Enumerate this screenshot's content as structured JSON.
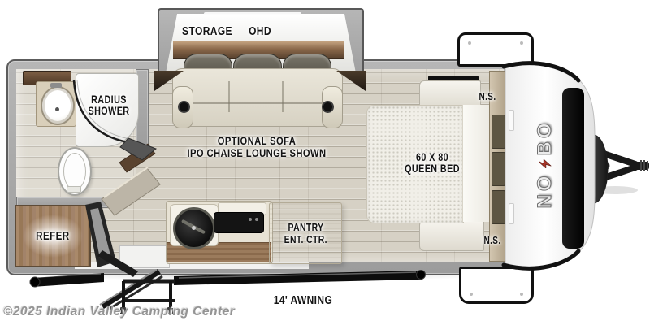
{
  "floorplan": {
    "slideout": {
      "storage": "STORAGE",
      "ohd": "OHD"
    },
    "bathroom": {
      "shower_line1": "RADIUS",
      "shower_line2": "SHOWER"
    },
    "living": {
      "note_line1": "OPTIONAL SOFA",
      "note_line2": "IPO CHAISE LOUNGE SHOWN"
    },
    "kitchen": {
      "refrigerator": "REFER",
      "pantry_line1": "PANTRY",
      "pantry_line2": "ENT. CTR."
    },
    "bedroom": {
      "bed_line1": "60 X 80",
      "bed_line2": "QUEEN BED",
      "nightstand": "N.S."
    },
    "exterior": {
      "awning": "14' AWNING"
    },
    "brand": {
      "word_start": "NO",
      "word_end": "BO",
      "bolt_color": "#a8372b"
    },
    "watermark": {
      "copyright": "©2025 Indian Valley Camping Center"
    },
    "colors": {
      "wall": "#a9a9a9",
      "wall_outline": "#5c5c5c",
      "floor": "#d6d1c5",
      "wood_dark": "#5a432f",
      "wood_refer": "#a2836a",
      "sofa_body": "#e9e5d8",
      "sofa_cushion": "#56534a",
      "bed": "#f1efe8",
      "trim_black": "#141414",
      "watermark_gray": "#949494"
    }
  }
}
